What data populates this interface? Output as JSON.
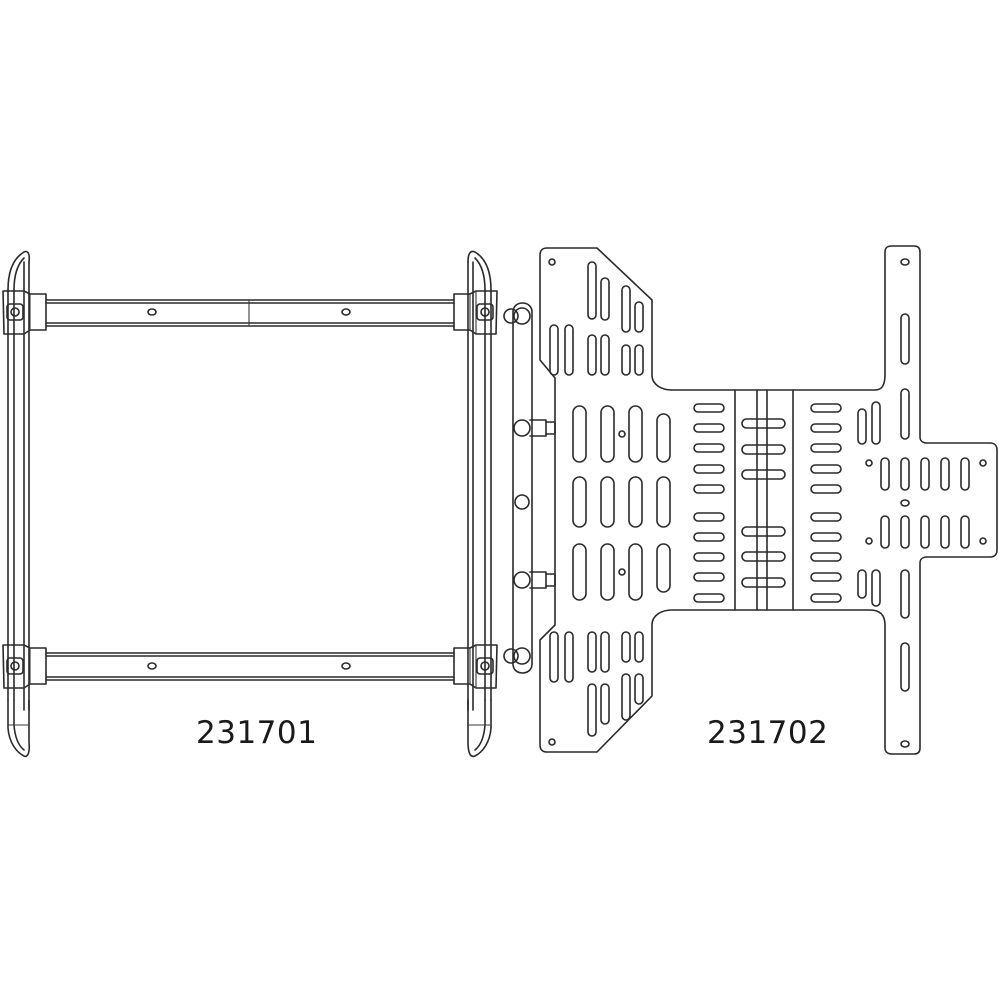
{
  "diagram": {
    "type": "technical-parts-line-drawing",
    "background": "#ffffff",
    "line_color": "#2a2a2a",
    "parts": [
      {
        "id": "part-left",
        "label": "231701",
        "description": "rectangular rail frame with two crossbars, four corner clamps and curved end hooks"
      },
      {
        "id": "part-right",
        "label": "231702",
        "description": "slotted mounting plate with side rail and ball studs"
      }
    ]
  }
}
